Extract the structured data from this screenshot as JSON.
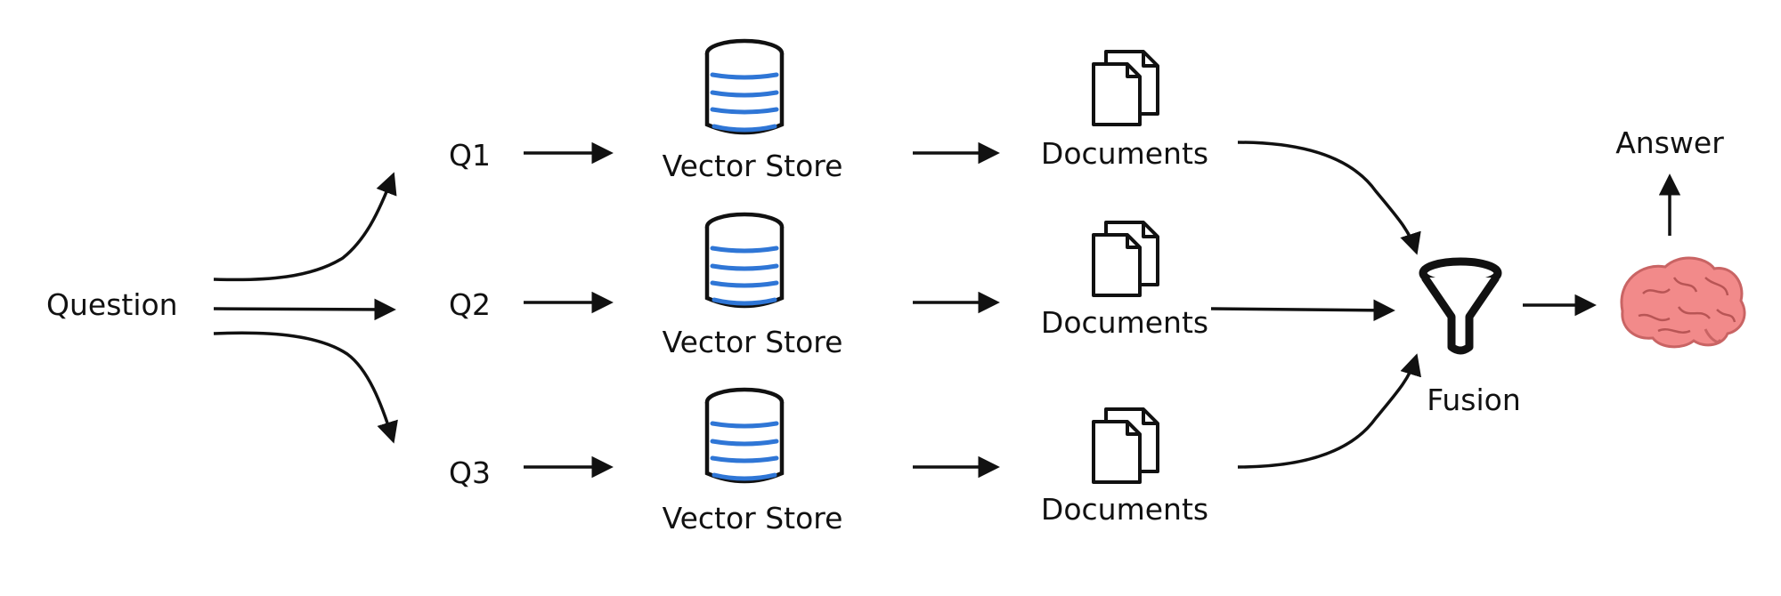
{
  "question_label": "Question",
  "branches": [
    {
      "query_label": "Q1",
      "store_label": "Vector Store",
      "docs_label": "Documents"
    },
    {
      "query_label": "Q2",
      "store_label": "Vector Store",
      "docs_label": "Documents"
    },
    {
      "query_label": "Q3",
      "store_label": "Vector Store",
      "docs_label": "Documents"
    }
  ],
  "fusion_label": "Fusion",
  "answer_label": "Answer",
  "icons": {
    "store": "database-icon",
    "docs": "documents-icon",
    "fusion": "funnel-icon",
    "answer": "brain-icon"
  },
  "colors": {
    "ink": "#111111",
    "database_stripes": "#2f76d6",
    "brain": "#f28a8a"
  }
}
